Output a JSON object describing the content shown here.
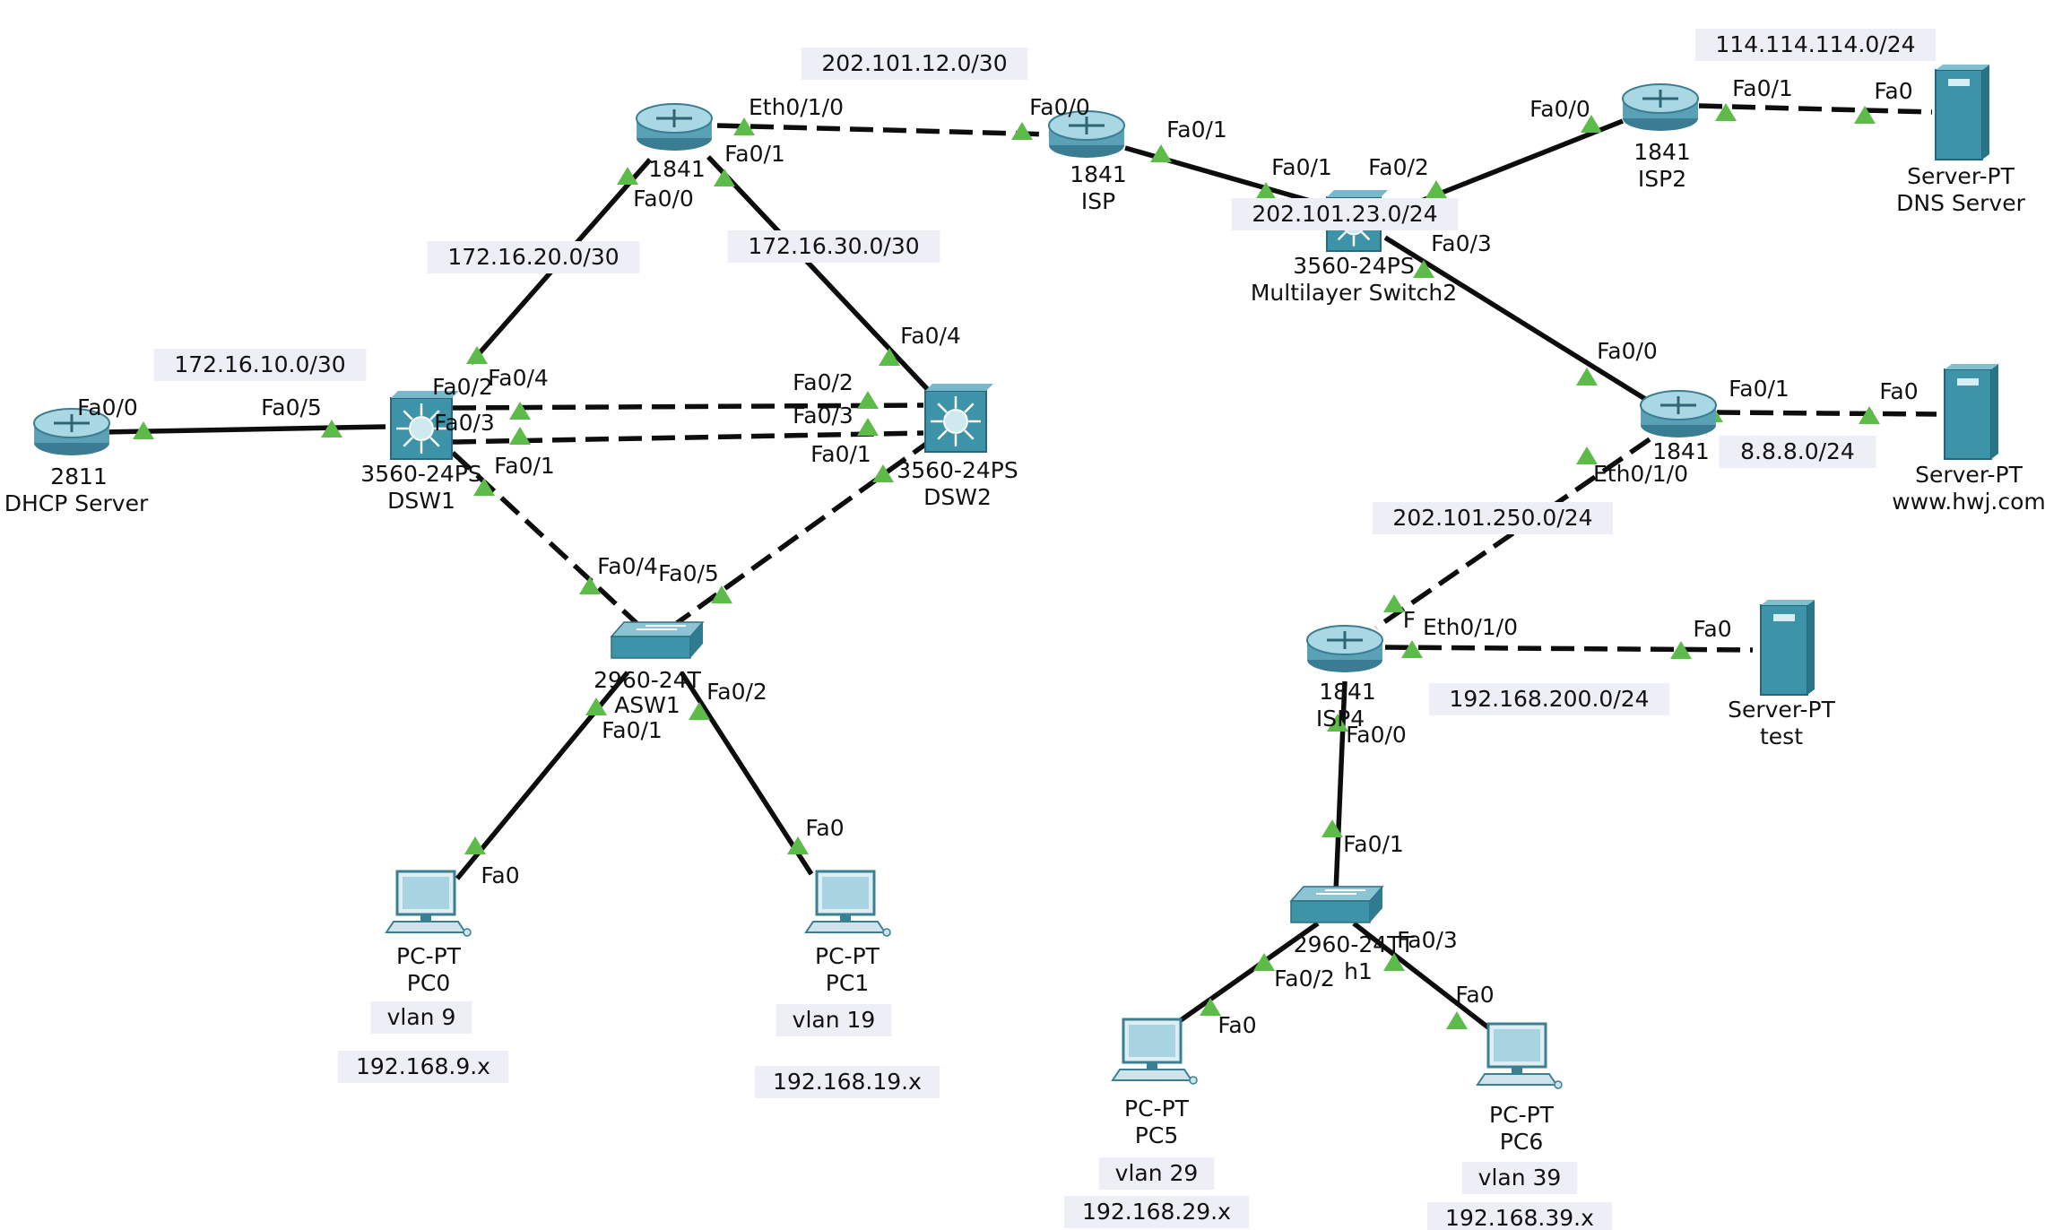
{
  "colors": {
    "link": "#0d0d0d",
    "port_marker": "#5dbb4a",
    "device_teal": "#3d93a8",
    "label_bg": "#eeeef7"
  },
  "nodes": {
    "r_core": {
      "icon": "router-icon",
      "model": "1841",
      "name": ""
    },
    "r_isp": {
      "icon": "router-icon",
      "model": "1841",
      "name": "ISP"
    },
    "r_isp2": {
      "icon": "router-icon",
      "model": "1841",
      "name": "ISP2"
    },
    "r_isp3": {
      "icon": "router-icon",
      "model": "1841",
      "name": ""
    },
    "r_isp4": {
      "icon": "router-icon",
      "model": "1841",
      "name": "ISP4"
    },
    "r_dhcp": {
      "icon": "router-icon",
      "model": "2811",
      "name": "DHCP Server"
    },
    "mls2": {
      "icon": "multilayer-switch-icon",
      "model": "3560-24PS",
      "name": "Multilayer Switch2"
    },
    "dsw1": {
      "icon": "multilayer-switch-icon",
      "model": "3560-24PS",
      "name": "DSW1"
    },
    "dsw2": {
      "icon": "multilayer-switch-icon",
      "model": "3560-24PS",
      "name": "DSW2"
    },
    "asw1": {
      "icon": "switch-icon",
      "model": "2960-24T",
      "name": "ASW1"
    },
    "sw_h1": {
      "icon": "switch-icon",
      "model": "2960-24TT",
      "name": "h1"
    },
    "srv_dns": {
      "icon": "server-icon",
      "model": "Server-PT",
      "name": "DNS Server"
    },
    "srv_hwj": {
      "icon": "server-icon",
      "model": "Server-PT",
      "name": "www.hwj.com"
    },
    "srv_test": {
      "icon": "server-icon",
      "model": "Server-PT",
      "name": "test"
    },
    "pc0": {
      "icon": "pc-icon",
      "model": "PC-PT",
      "name": "PC0"
    },
    "pc1": {
      "icon": "pc-icon",
      "model": "PC-PT",
      "name": "PC1"
    },
    "pc5": {
      "icon": "pc-icon",
      "model": "PC-PT",
      "name": "PC5"
    },
    "pc6": {
      "icon": "pc-icon",
      "model": "PC-PT",
      "name": "PC6"
    }
  },
  "links": [
    {
      "from": "r_core",
      "to": "r_isp",
      "style": "dashed",
      "from_port": "Eth0/1/0",
      "to_port": "Fa0/0"
    },
    {
      "from": "r_core",
      "to": "dsw1",
      "style": "solid",
      "from_port": "Fa0/0",
      "to_port": "Fa0/4"
    },
    {
      "from": "r_core",
      "to": "dsw2",
      "style": "solid",
      "from_port": "Fa0/1",
      "to_port": "Fa0/4"
    },
    {
      "from": "r_isp",
      "to": "mls2",
      "style": "solid",
      "from_port": "Fa0/1",
      "to_port": "Fa0/1"
    },
    {
      "from": "mls2",
      "to": "r_isp2",
      "style": "solid",
      "from_port": "Fa0/2",
      "to_port": "Fa0/0"
    },
    {
      "from": "mls2",
      "to": "r_isp3",
      "style": "solid",
      "from_port": "Fa0/3",
      "to_port": "Fa0/0"
    },
    {
      "from": "r_isp2",
      "to": "srv_dns",
      "style": "dashed",
      "from_port": "Fa0/1",
      "to_port": "Fa0"
    },
    {
      "from": "r_isp3",
      "to": "srv_hwj",
      "style": "dashed",
      "from_port": "Fa0/1",
      "to_port": "Fa0"
    },
    {
      "from": "r_isp3",
      "to": "r_isp4",
      "style": "dashed",
      "from_port": "Eth0/1/0",
      "to_port": "F"
    },
    {
      "from": "r_isp4",
      "to": "srv_test",
      "style": "dashed",
      "from_port": "Eth0/1/0",
      "to_port": "Fa0"
    },
    {
      "from": "r_isp4",
      "to": "sw_h1",
      "style": "solid",
      "from_port": "Fa0/0",
      "to_port": "Fa0/1"
    },
    {
      "from": "sw_h1",
      "to": "pc5",
      "style": "solid",
      "from_port": "Fa0/2",
      "to_port": "Fa0"
    },
    {
      "from": "sw_h1",
      "to": "pc6",
      "style": "solid",
      "from_port": "Fa0/3",
      "to_port": "Fa0"
    },
    {
      "from": "r_dhcp",
      "to": "dsw1",
      "style": "solid",
      "from_port": "Fa0/0",
      "to_port": "Fa0/5"
    },
    {
      "from": "dsw1",
      "to": "dsw2",
      "style": "dashed",
      "from_port": "Fa0/2",
      "to_port": "Fa0/2"
    },
    {
      "from": "dsw1",
      "to": "dsw2",
      "style": "dashed",
      "from_port": "Fa0/3",
      "to_port": "Fa0/3"
    },
    {
      "from": "dsw1",
      "to": "asw1",
      "style": "dashed",
      "from_port": "Fa0/1",
      "to_port": "Fa0/4"
    },
    {
      "from": "dsw2",
      "to": "asw1",
      "style": "dashed",
      "from_port": "Fa0/1",
      "to_port": "Fa0/5"
    },
    {
      "from": "asw1",
      "to": "pc0",
      "style": "solid",
      "from_port": "Fa0/1",
      "to_port": "Fa0"
    },
    {
      "from": "asw1",
      "to": "pc1",
      "style": "solid",
      "from_port": "Fa0/2",
      "to_port": "Fa0"
    }
  ],
  "networks": [
    "202.101.12.0/30",
    "114.114.114.0/24",
    "202.101.23.0/24",
    "172.16.20.0/30",
    "172.16.30.0/30",
    "172.16.10.0/30",
    "8.8.8.0/24",
    "202.101.250.0/24",
    "192.168.200.0/24",
    "vlan 9",
    "192.168.9.x",
    "vlan 19",
    "192.168.19.x",
    "vlan 29",
    "192.168.29.x",
    "vlan 39",
    "192.168.39.x"
  ]
}
